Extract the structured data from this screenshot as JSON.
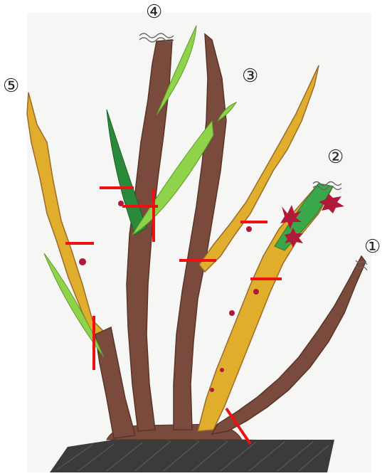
{
  "labels": {
    "stem1": "①",
    "stem2": "②",
    "stem3": "③",
    "stem4": "④",
    "stem5": "⑤"
  },
  "colors": {
    "paper": "#f6f6f4",
    "soil": "#3b3b3b",
    "old_stem": "#7a4a3c",
    "young_stem": "#e0ae2c",
    "leaf_light": "#8fd34a",
    "leaf_dark": "#2a8a3a",
    "bud": "#b01a3a",
    "cut_mark": "#ee1111"
  }
}
